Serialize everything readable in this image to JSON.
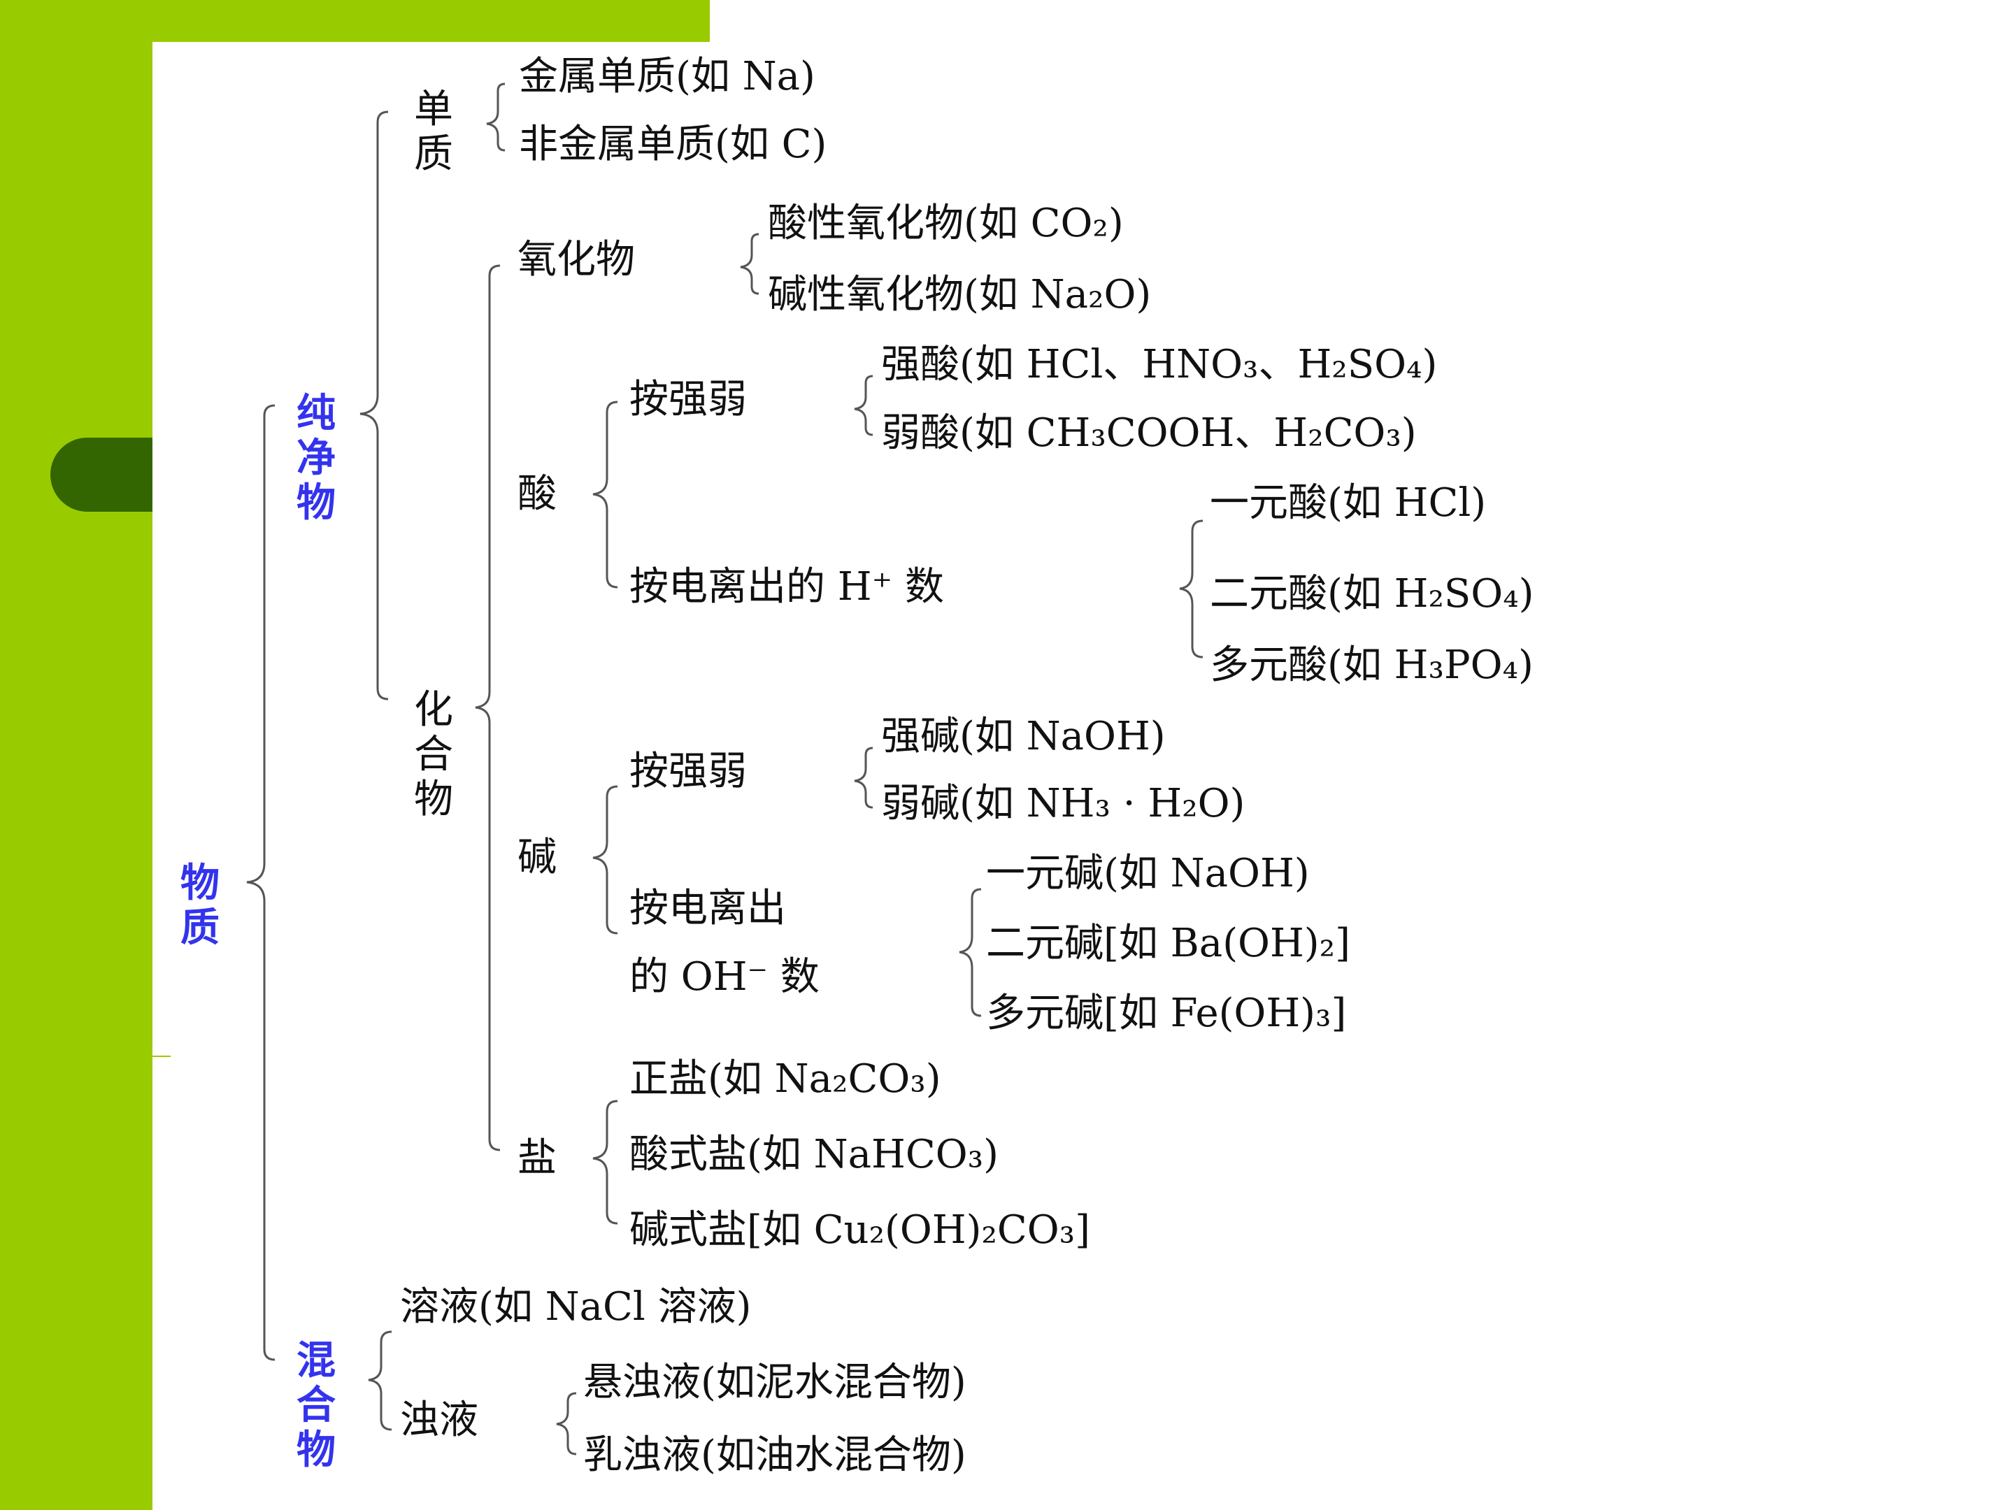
{
  "root": "物质",
  "pure": "纯净物",
  "elemental": "单质",
  "metal": "金属单质(如 Na)",
  "nonmetal": "非金属单质(如 C)",
  "compound": "化合物",
  "oxide": "氧化物",
  "acidic_oxide": "酸性氧化物(如 CO₂)",
  "basic_oxide": "碱性氧化物(如 Na₂O)",
  "acid": "酸",
  "acid_strength": "按强弱",
  "strong_acid": "强酸(如 HCl、HNO₃、H₂SO₄)",
  "weak_acid": "弱酸(如 CH₃COOH、H₂CO₃)",
  "acid_h_count": "按电离出的 H⁺ 数",
  "mono_acid": "一元酸(如 HCl)",
  "di_acid": "二元酸(如 H₂SO₄)",
  "poly_acid": "多元酸(如 H₃PO₄)",
  "base": "碱",
  "base_strength": "按强弱",
  "strong_base": "强碱(如 NaOH)",
  "weak_base": "弱碱(如 NH₃ · H₂O)",
  "base_oh_count_line1": "按电离出",
  "base_oh_count_line2": "的 OH⁻ 数",
  "mono_base": "一元碱(如 NaOH)",
  "di_base": "二元碱[如 Ba(OH)₂]",
  "poly_base": "多元碱[如 Fe(OH)₃]",
  "salt": "盐",
  "normal_salt": "正盐(如 Na₂CO₃)",
  "acid_salt": "酸式盐(如 NaHCO₃)",
  "basic_salt": "碱式盐[如 Cu₂(OH)₂CO₃]",
  "mixture": "混合物",
  "solution": "溶液(如 NaCl 溶液)",
  "turbid": "浊液",
  "suspension": "悬浊液(如泥水混合物)",
  "emulsion": "乳浊液(如油水混合物)"
}
